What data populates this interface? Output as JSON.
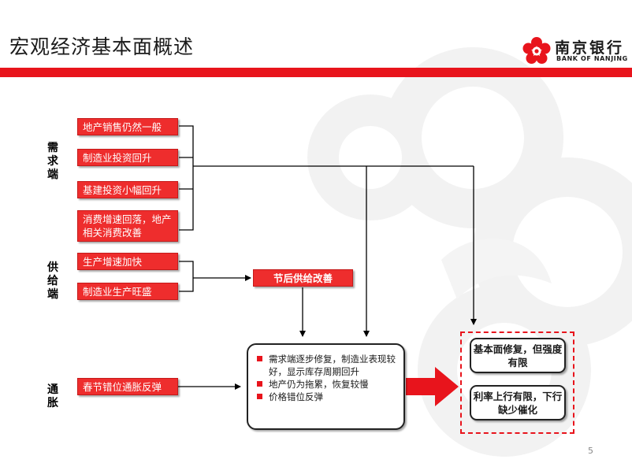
{
  "title": "宏观经济基本面概述",
  "logo": {
    "cn": "南京银行",
    "en": "BANK OF NANJING"
  },
  "sides": {
    "demand": [
      "需",
      "求",
      "端"
    ],
    "supply": [
      "供",
      "给",
      "端"
    ],
    "inflation": [
      "通",
      "胀"
    ]
  },
  "demand_items": [
    "地产销售仍然一般",
    "制造业投资回升",
    "基建投资小幅回升",
    "消费增速回落，地产相关消费改善"
  ],
  "supply_items": [
    "生产增速加快",
    "制造业生产旺盛"
  ],
  "supply_result": "节后供给改善",
  "inflation_item": "春节错位通胀反弹",
  "summary_points": [
    "需求端逐步修复，制造业表现较好，显示库存周期回升",
    "地产仍为拖累，恢复较慢",
    "价格错位反弹"
  ],
  "results": [
    "基本面修复，但强度有限",
    "利率上行有限，下行缺少催化"
  ],
  "page_number": "5",
  "colors": {
    "accent": "#e8141c",
    "box": "#ee2d2d"
  }
}
